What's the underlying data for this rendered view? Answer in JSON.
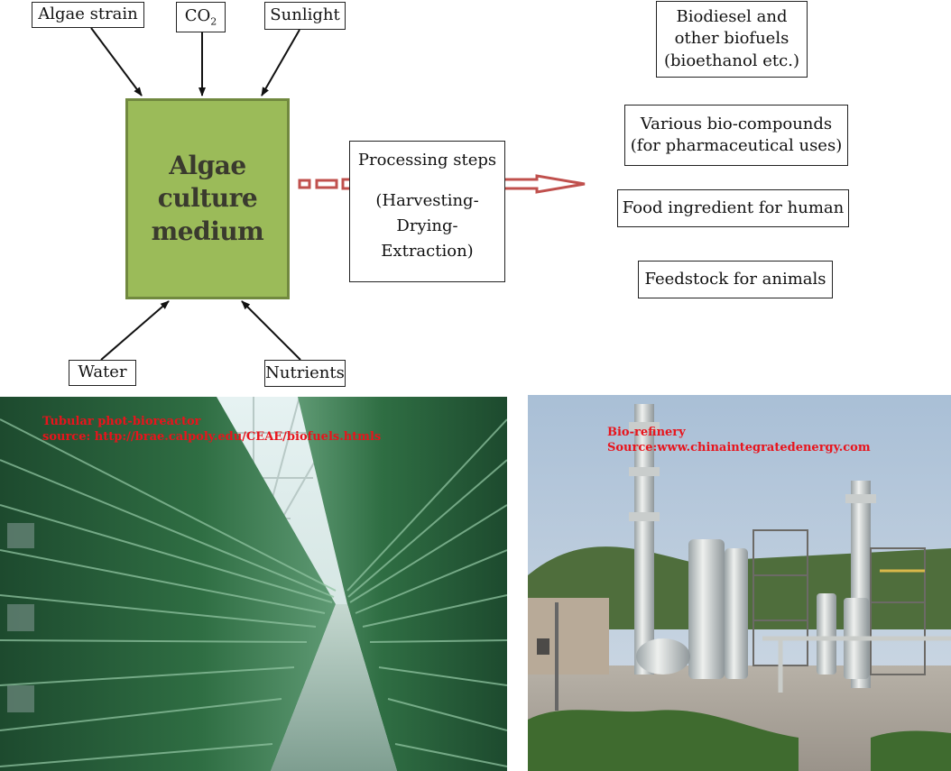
{
  "inputs": {
    "algae_strain": "Algae strain",
    "co2": "CO",
    "co2_sub": "2",
    "sunlight": "Sunlight",
    "water": "Water",
    "nutrients": "Nutrients"
  },
  "core": {
    "label": "Algae culture\nmedium"
  },
  "process": {
    "title": "Processing steps",
    "steps": "(Harvesting-\nDrying-\nExtraction)"
  },
  "outputs": [
    {
      "label": "Biodiesel and\nother biofuels\n(bioethanol etc.)"
    },
    {
      "label": "Various bio-compounds\n(for pharmaceutical uses)"
    },
    {
      "label": "Food ingredient for human"
    },
    {
      "label": "Feedstock for animals"
    }
  ],
  "photos": {
    "left": {
      "caption_line1": "Tubular phot-bioreactor",
      "caption_line2": "source: http://brae.calpoly.edu/CEAE/biofuels.htmls"
    },
    "right": {
      "caption_line1": "Bio-refinery",
      "caption_line2": "Source:www.chinaintegratedenergy.com"
    }
  },
  "colors": {
    "core_fill": "#9bbb59",
    "core_border": "#71893f",
    "flow_arrow": "#c0504d",
    "caption": "#e8141c"
  }
}
